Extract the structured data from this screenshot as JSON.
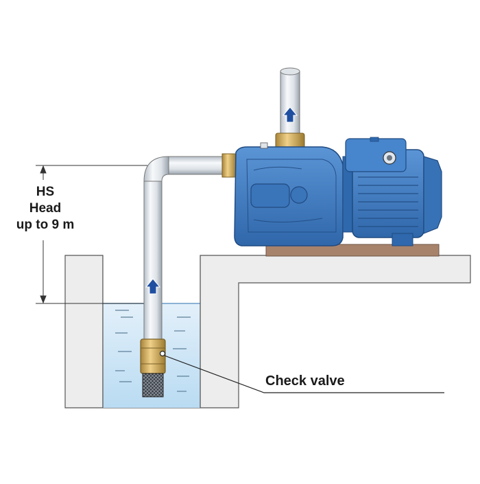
{
  "labels": {
    "head_lines": [
      "HS",
      "Head",
      "up to 9 m"
    ],
    "check_valve": "Check valve"
  },
  "colors": {
    "pump_blue": "#3f7cc4",
    "pump_dark": "#2a5c9c",
    "pipe_light": "#eaeef2",
    "pipe_mid": "#c5ccd4",
    "brass": "#d9b45f",
    "water": "#cfe6f6",
    "ground": "#ececec",
    "base_wood": "#a8836c",
    "flow_arrow": "#1f4fa0"
  },
  "icons": [
    "flow-up-arrow",
    "flow-up-arrow"
  ]
}
